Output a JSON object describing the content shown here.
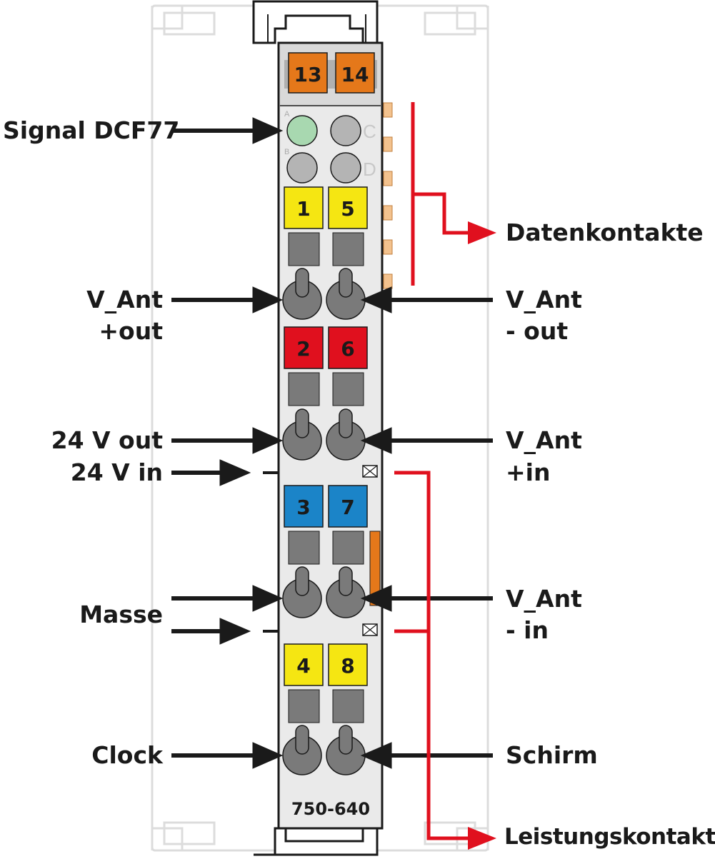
{
  "module": {
    "model": "750-640",
    "led_letters": [
      "A",
      "B",
      "C",
      "D"
    ],
    "terminal_numbers": {
      "top": [
        "13",
        "14"
      ],
      "row1": [
        "1",
        "5"
      ],
      "row2": [
        "2",
        "6"
      ],
      "row3": [
        "3",
        "7"
      ],
      "row4": [
        "4",
        "8"
      ]
    }
  },
  "labels": {
    "signal_dcf77": "Signal DCF77",
    "v_ant_out_plus_1": "V_Ant",
    "v_ant_out_plus_2": "+out",
    "v_ant_out_minus_1": "V_Ant",
    "v_ant_out_minus_2": "- out",
    "out_24v": "24 V out",
    "in_24v": "24 V in",
    "v_ant_in_plus_1": "V_Ant",
    "v_ant_in_plus_2": "+in",
    "masse": "Masse",
    "v_ant_in_minus_1": "V_Ant",
    "v_ant_in_minus_2": "- in",
    "clock": "Clock",
    "schirm": "Schirm",
    "datenkontakte": "Datenkontakte",
    "leistungskontakte": "Leistungskontakte"
  },
  "colors": {
    "orange": "#e5781a",
    "yellow": "#f5e612",
    "red": "#e0101e",
    "blue": "#1b84c8",
    "led_green": "#a8d8b0",
    "led_grey": "#b4b4b4",
    "body": "#eaeaea",
    "arrow_red": "#e0101e"
  }
}
